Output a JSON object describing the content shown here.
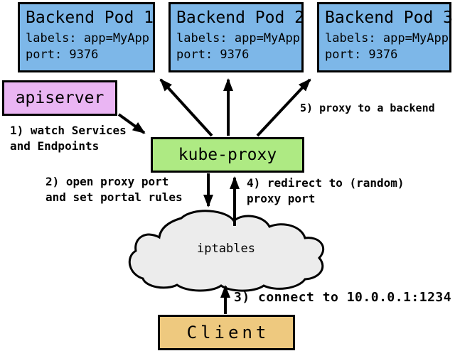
{
  "colors": {
    "background": "#ffffff",
    "border": "#000000",
    "pod_fill": "#7db7e8",
    "apiserver_fill": "#eab5f3",
    "kube_proxy_fill": "#aeea83",
    "client_fill": "#eec97f",
    "cloud_fill": "#ececec",
    "arrow": "#000000"
  },
  "nodes": {
    "pod1": {
      "title": "Backend Pod 1",
      "labels": "labels: app=MyApp",
      "port": "port: 9376"
    },
    "pod2": {
      "title": "Backend Pod 2",
      "labels": "labels: app=MyApp",
      "port": "port: 9376"
    },
    "pod3": {
      "title": "Backend Pod 3",
      "labels": "labels: app=MyApp",
      "port": "port: 9376"
    },
    "apiserver": {
      "label": "apiserver"
    },
    "kube_proxy": {
      "label": "kube-proxy"
    },
    "iptables": {
      "label": "iptables"
    },
    "client": {
      "label": "Client"
    }
  },
  "steps": {
    "step1": {
      "line1": "1) watch Services",
      "line2": "and Endpoints"
    },
    "step2": {
      "line1": "2) open proxy port",
      "line2": "and set portal rules"
    },
    "step3": {
      "line1": "3) connect to 10.0.0.1:1234"
    },
    "step4": {
      "line1": "4) redirect to (random)",
      "line2": "proxy port"
    },
    "step5": {
      "line1": "5) proxy to a backend"
    }
  },
  "edges": [
    {
      "from": "apiserver",
      "to": "kube-proxy",
      "step": "1"
    },
    {
      "from": "kube-proxy",
      "to": "pod1",
      "step": "5"
    },
    {
      "from": "kube-proxy",
      "to": "pod2",
      "step": "5"
    },
    {
      "from": "kube-proxy",
      "to": "pod3",
      "step": "5"
    },
    {
      "from": "kube-proxy",
      "to": "iptables",
      "step": "2"
    },
    {
      "from": "iptables",
      "to": "kube-proxy",
      "step": "4"
    },
    {
      "from": "client",
      "to": "iptables",
      "step": "3"
    }
  ]
}
